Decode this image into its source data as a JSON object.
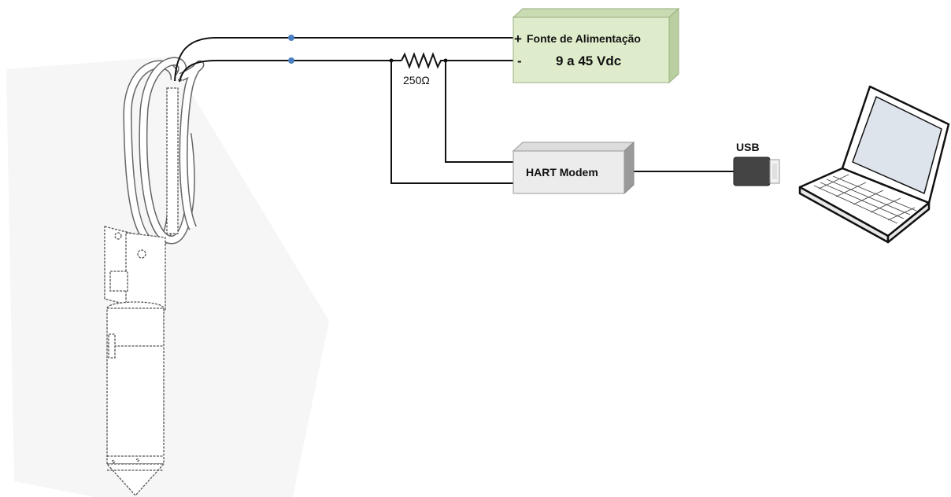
{
  "power_supply": {
    "plus_sign": "+",
    "title": "Fonte de Alimentação",
    "minus_sign": "-",
    "voltage": "9 a 45 Vdc"
  },
  "resistor": {
    "label": "250Ω"
  },
  "hart_modem": {
    "label": "HART Modem"
  },
  "usb": {
    "label": "USB"
  },
  "colors": {
    "power_supply_front": "#dfeccb",
    "power_supply_side": "#b9cfa0",
    "modem_front": "#ececec",
    "modem_side": "#9a9a9a",
    "wire": "#111111",
    "junction_dot": "#4a7fc1",
    "usb_body": "#444444"
  },
  "icons": [
    "level-transmitter-probe-icon",
    "laptop-icon",
    "usb-plug-icon",
    "resistor-icon"
  ]
}
